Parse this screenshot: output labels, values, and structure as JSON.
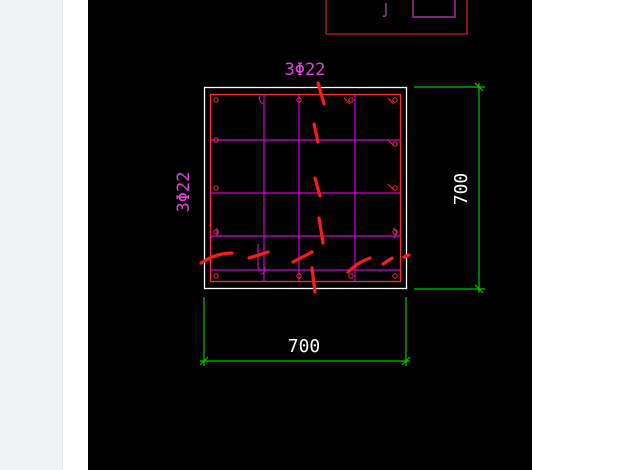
{
  "drawing": {
    "top_rebar_label": "3Φ22",
    "left_rebar_label": "3Φ22",
    "width_dimension": "700",
    "height_dimension": "700"
  },
  "colors": {
    "canvas_background": "#000000",
    "section_outline": "#ffffff",
    "stirrup": "#ff2a2a",
    "ties": "#d000d0",
    "dimension_lines": "#00c800",
    "dimension_text": "#ffffff",
    "rebar_label": "#e040e0",
    "markup_strokes": "#ff1a1a"
  }
}
